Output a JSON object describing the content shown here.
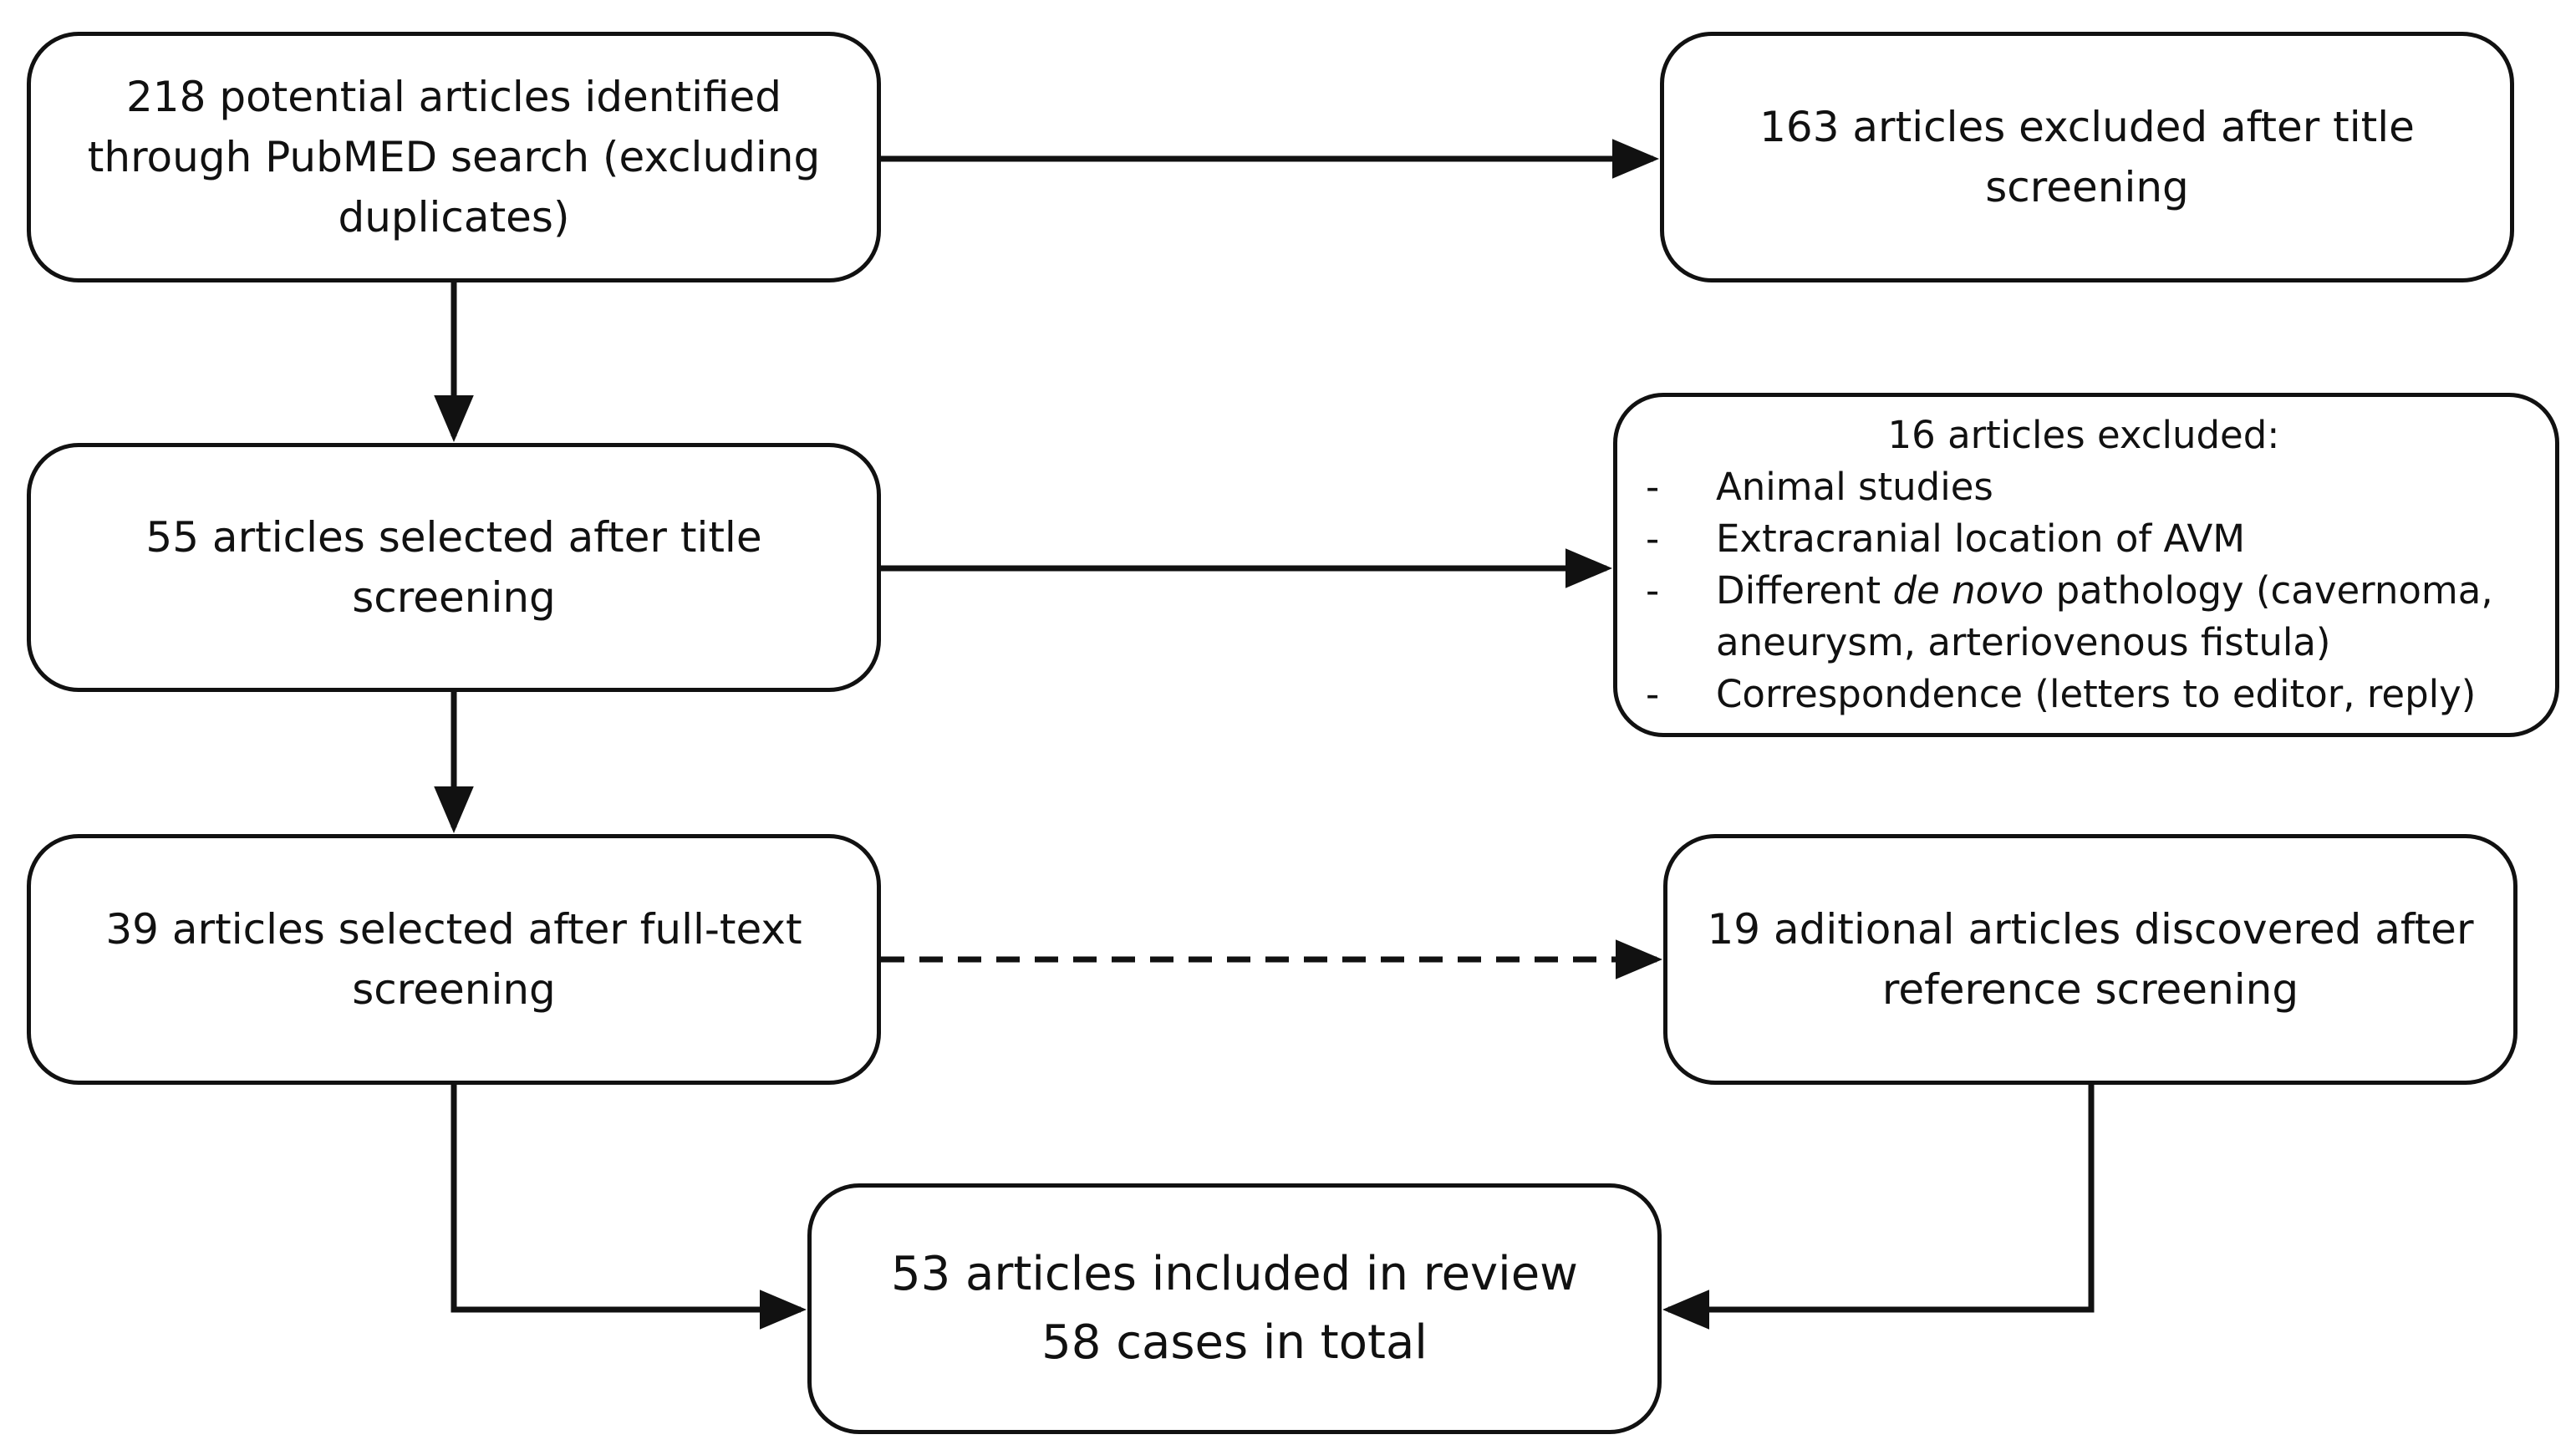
{
  "boxes": {
    "identified": {
      "lines": [
        "218 potential articles identified",
        "through PubMED search (excluding",
        "duplicates)"
      ]
    },
    "excluded_title": {
      "lines": [
        "163 articles excluded after title",
        "screening"
      ]
    },
    "selected_title": {
      "lines": [
        "55 articles selected after title",
        "screening"
      ]
    },
    "excluded_fulltext": {
      "heading": "16 articles excluded:",
      "bullet": "-",
      "items": [
        {
          "parts": [
            {
              "text": "Animal studies"
            }
          ]
        },
        {
          "parts": [
            {
              "text": "Extracranial location of AVM"
            }
          ]
        },
        {
          "parts": [
            {
              "text": "Different "
            },
            {
              "text": "de novo",
              "italic": true
            },
            {
              "text": " pathology (cavernoma,"
            }
          ],
          "continuation": "aneurysm, arteriovenous fistula)"
        },
        {
          "parts": [
            {
              "text": "Correspondence (letters to editor, reply)"
            }
          ]
        }
      ]
    },
    "selected_fulltext": {
      "lines": [
        "39 articles selected after full-text",
        "screening"
      ]
    },
    "additional": {
      "lines": [
        "19 aditional articles discovered after",
        "reference screening"
      ]
    },
    "included": {
      "lines": [
        "53 articles included in review",
        "58 cases in total"
      ]
    }
  },
  "arrows": [
    {
      "from": "identified",
      "to": "excluded_title",
      "style": "solid"
    },
    {
      "from": "identified",
      "to": "selected_title",
      "style": "solid"
    },
    {
      "from": "selected_title",
      "to": "excluded_fulltext",
      "style": "solid"
    },
    {
      "from": "selected_title",
      "to": "selected_fulltext",
      "style": "solid"
    },
    {
      "from": "selected_fulltext",
      "to": "additional",
      "style": "dashed"
    },
    {
      "from": "selected_fulltext",
      "to": "included",
      "style": "solid"
    },
    {
      "from": "additional",
      "to": "included",
      "style": "solid"
    }
  ],
  "colors": {
    "stroke": "#111111",
    "background": "#ffffff",
    "text": "#111111"
  }
}
